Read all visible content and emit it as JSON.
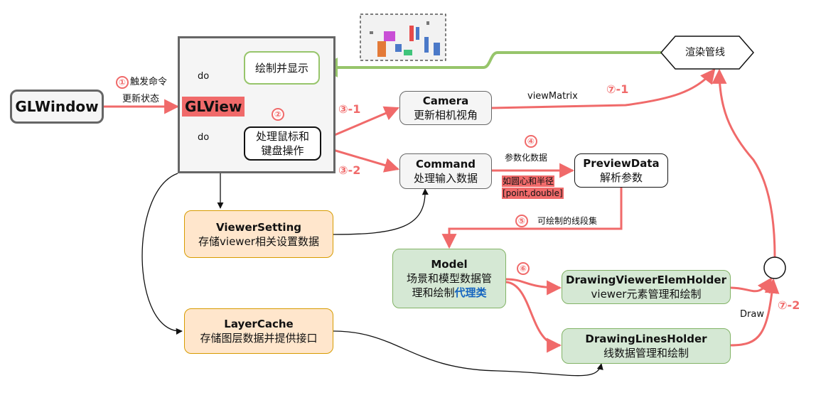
{
  "nodes": {
    "glwindow": "GLWindow",
    "glview": "GLView",
    "render_display": "绘制并显示",
    "handle_input": [
      "处理鼠标和",
      "键盘操作"
    ],
    "camera": {
      "title": "Camera",
      "subtitle": "更新相机视角"
    },
    "command": {
      "title": "Command",
      "subtitle": "处理输入数据"
    },
    "preview": {
      "title": "PreviewData",
      "subtitle": "解析参数"
    },
    "pipeline": "渲染管线",
    "viewer_setting": {
      "title": "ViewerSetting",
      "subtitle": "存储viewer相关设置数据"
    },
    "layer_cache": {
      "title": "LayerCache",
      "subtitle": "存储图层数据并提供接口"
    },
    "model": {
      "title": "Model",
      "line1": "场景和模型数据管",
      "line2": "理和绘制",
      "highlight": "代理类"
    },
    "elem_holder": {
      "title": "DrawingViewerElemHolder",
      "subtitle": "viewer元素管理和绘制"
    },
    "lines_holder": {
      "title": "DrawingLinesHolder",
      "subtitle": "线数据管理和绘制"
    }
  },
  "labels": {
    "trigger_1": "触发命令",
    "trigger_2": "更新状态",
    "do_top": "do",
    "do_bottom": "do",
    "step_2": "②",
    "step_1": "①",
    "step_3_1": "③-1",
    "step_3_2": "③-2",
    "step_4": "④",
    "param_data": "参数化数据",
    "param_hint_1": "如圆心和半径",
    "param_hint_2": "[point,double]",
    "step_5": "⑤",
    "segments": "可绘制的线段集",
    "step_6": "⑥",
    "view_matrix": "viewMatrix",
    "step_7_1": "⑦-1",
    "step_7_2": "⑦-2",
    "draw": "Draw"
  },
  "colors": {
    "red": "#f06a6a",
    "green": "#97c56b",
    "orange_fill": "#ffe6cc",
    "orange_border": "#d79b00",
    "green_fill": "#d5e8d4",
    "green_border": "#82b366",
    "gray_fill": "#f5f5f5",
    "gray_border": "#666666",
    "highlight_blue": "#1565c0",
    "glview_bg": "#f06a6a"
  }
}
